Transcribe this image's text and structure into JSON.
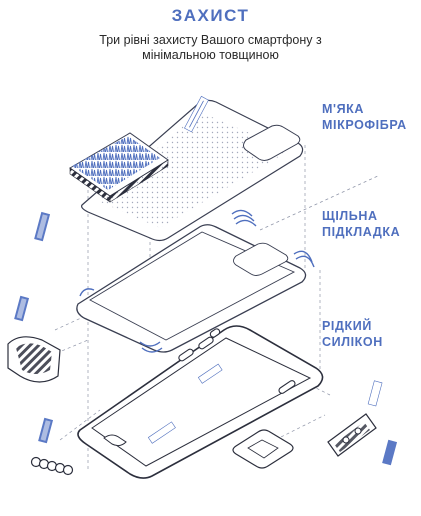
{
  "header": {
    "title": "ЗАХИСТ",
    "subtitle_line1": "Три рівні захисту Вашого смартфону з",
    "subtitle_line2": "мінімальною товщиною"
  },
  "layers": [
    {
      "line1": "М'ЯКА",
      "line2": "МІКРОФІБРА"
    },
    {
      "line1": "ЩІЛЬНА",
      "line2": "ПІДКЛАДКА"
    },
    {
      "line1": "РІДКИЙ",
      "line2": "СИЛІКОН"
    }
  ],
  "colors": {
    "accent": "#4f6fbe",
    "line": "#3a3f52",
    "dashed": "#8f95a8",
    "tag_fill": "#5b79c5"
  }
}
